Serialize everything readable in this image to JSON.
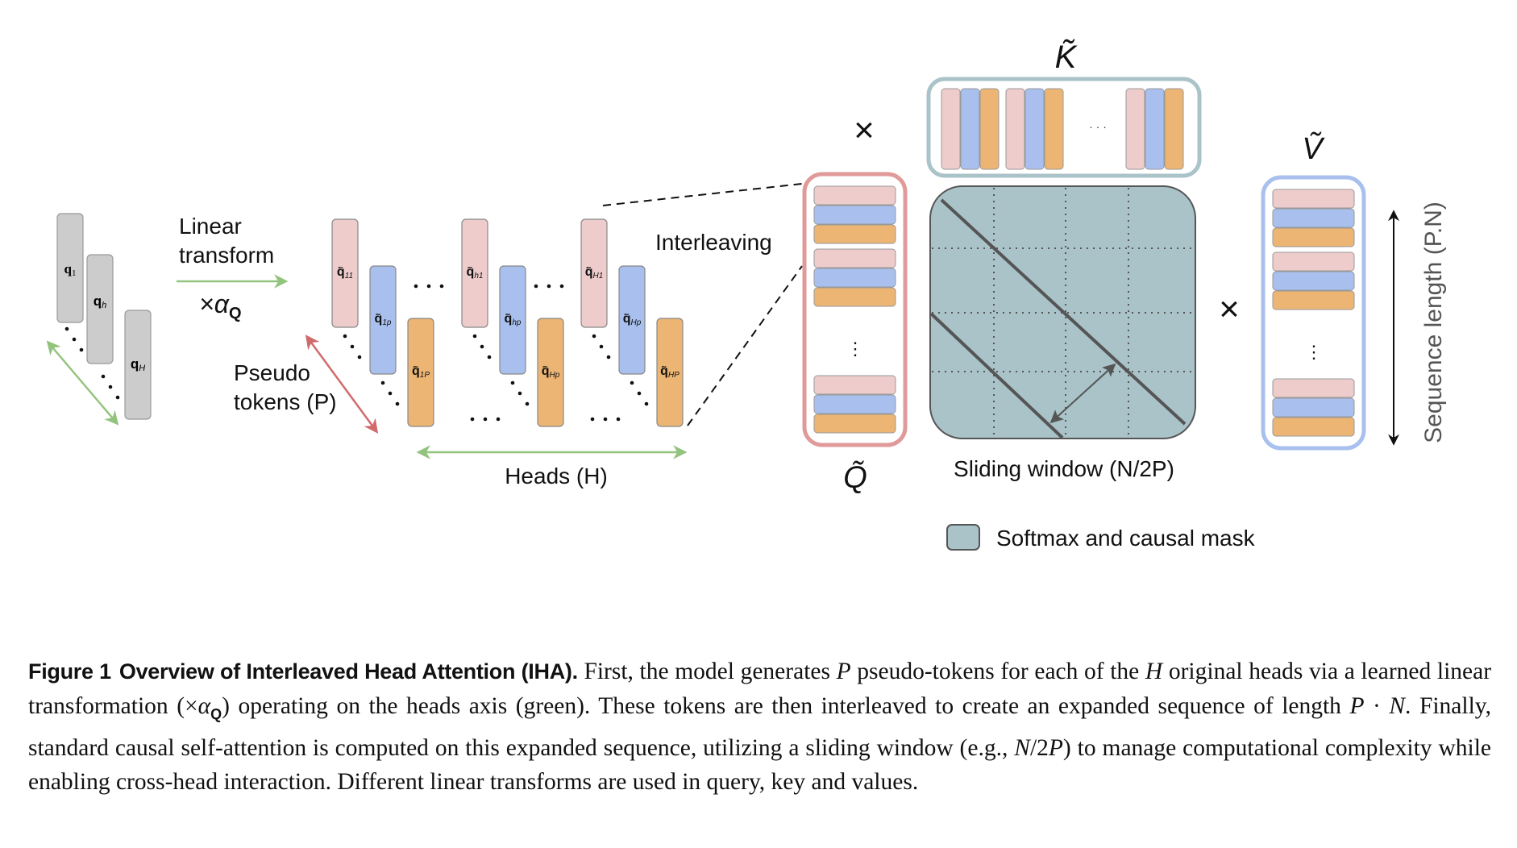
{
  "colors": {
    "gray_head": "#cccccc",
    "pink": "#efcccc",
    "blue": "#a9c0ee",
    "orange": "#ecb574",
    "q_border": "#e09a9a",
    "k_border": "#a9c3c9",
    "v_border": "#a9c0ee",
    "mask_fill": "#a9c3c9",
    "green_arrow": "#93c47d",
    "red_arrow": "#d16b6b"
  },
  "input_heads": [
    {
      "label": "q",
      "sub": "1"
    },
    {
      "label": "q",
      "sub": "h"
    },
    {
      "label": "q",
      "sub": "H"
    }
  ],
  "linear_transform": {
    "line1": "Linear",
    "line2": "transform",
    "operator": "×α",
    "operator_sub": "Q"
  },
  "pseudo_tokens": {
    "line1": "Pseudo",
    "line2": "tokens (P)"
  },
  "pseudo_token_groups": [
    {
      "tokens": [
        {
          "sub": "11",
          "color": "pink"
        },
        {
          "sub": "1p",
          "color": "blue"
        },
        {
          "sub": "1P",
          "color": "orange"
        }
      ]
    },
    {
      "tokens": [
        {
          "sub": "h1",
          "color": "pink"
        },
        {
          "sub": "hp",
          "color": "blue"
        },
        {
          "sub": "Hp",
          "color": "orange"
        }
      ]
    },
    {
      "tokens": [
        {
          "sub": "H1",
          "color": "pink"
        },
        {
          "sub": "Hp",
          "color": "blue"
        },
        {
          "sub": "HP",
          "color": "orange"
        }
      ]
    }
  ],
  "heads_axis_label": "Heads (H)",
  "interleaving_label": "Interleaving",
  "ellipsis": "· · ·",
  "vertical_ellipsis": "⋮",
  "matrices": {
    "q_label": "Q̃",
    "k_label": "K̃",
    "v_label": "Ṽ",
    "times": "×"
  },
  "sliding_window_label": "Sliding window (N/2P)",
  "sequence_length_label": "Sequence length (P.N)",
  "legend": {
    "label": "Softmax and causal mask"
  },
  "caption": {
    "figure_label": "Figure 1",
    "title": "Overview of Interleaved Head Attention (IHA).",
    "body": "First, the model generates P pseudo-tokens for each of the H original heads via a learned linear transformation (×α_Q) operating on the heads axis (green). These tokens are then interleaved to create an expanded sequence of length P · N. Finally, standard causal self-attention is computed on this expanded sequence, utilizing a sliding window (e.g., N/2P) to manage computational complexity while enabling cross-head interaction. Different linear transforms are used in query, key and values."
  }
}
